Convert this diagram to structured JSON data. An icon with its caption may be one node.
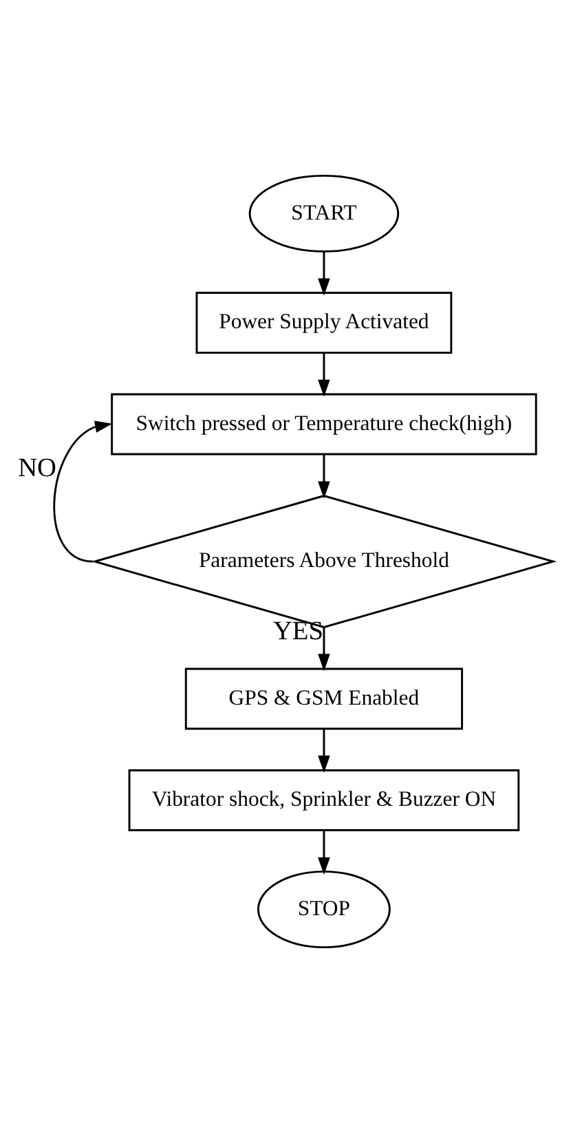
{
  "diagram": {
    "nodes": [
      {
        "text": [
          "START"
        ]
      },
      {
        "text": [
          "Power Supply Activated"
        ]
      },
      {
        "text": [
          "Switch pressed or Temperature check(high)"
        ]
      },
      {
        "text": [
          "Parameters Above Threshold"
        ]
      },
      {
        "text": [
          "GPS & GSM Enabled"
        ]
      },
      {
        "text": [
          "Vibrator shock, Sprinkler & Buzzer ON"
        ]
      },
      {
        "text": [
          "STOP"
        ]
      }
    ],
    "edges": [
      {
        "from": 0,
        "to": 1,
        "arrow": "to"
      },
      {
        "from": 1,
        "to": 2,
        "arrow": "to"
      },
      {
        "from": 2,
        "to": 3,
        "arrow": "to"
      },
      {
        "from": 3,
        "to": 2,
        "arrow": "to",
        "label": "NO"
      },
      {
        "from": 3,
        "to": 4,
        "arrow": "to",
        "label": "YES"
      },
      {
        "from": 4,
        "to": 5,
        "arrow": "to"
      },
      {
        "from": 5,
        "to": 6,
        "arrow": "to"
      }
    ]
  }
}
